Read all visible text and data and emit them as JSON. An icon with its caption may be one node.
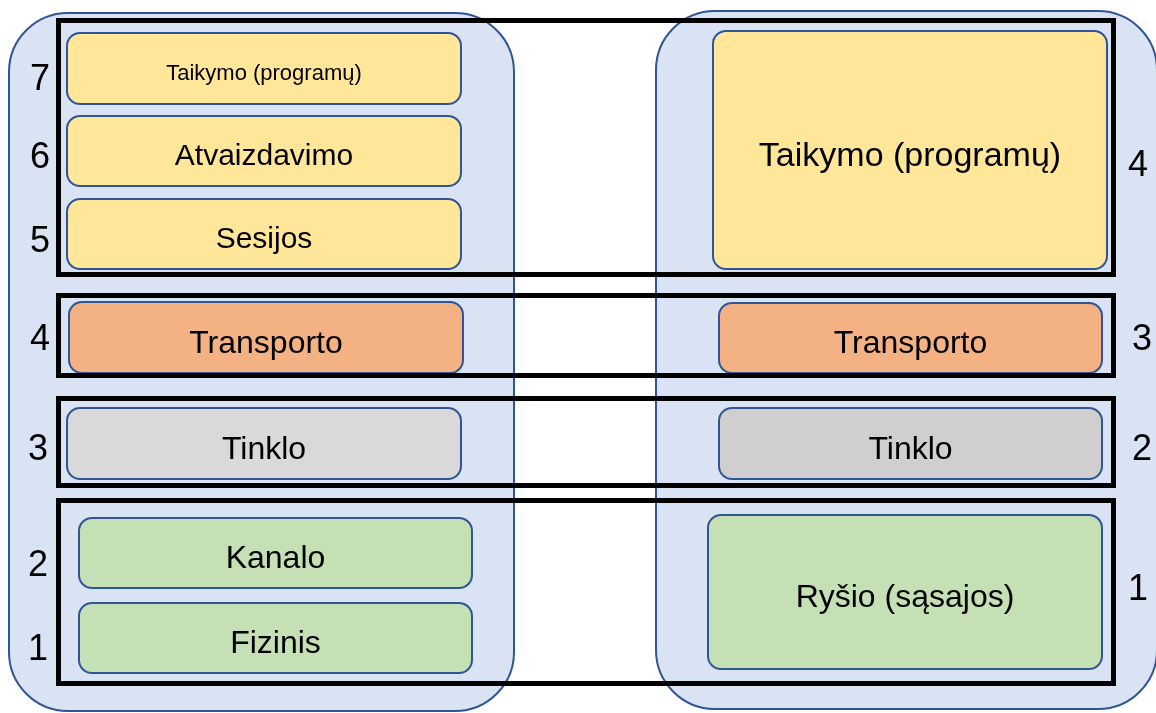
{
  "diagram": {
    "nodes": [
      {
        "text": [],
        "shape": "box"
      },
      {
        "text": [
          "Taikymo (programų)"
        ],
        "in": 0
      },
      {
        "text": [
          "Atvaizdavimo"
        ],
        "in": 0
      },
      {
        "text": [
          "Sesijos"
        ],
        "in": 0
      },
      {
        "text": [
          "Transporto"
        ],
        "in": 0
      },
      {
        "text": [
          "Tinklo"
        ],
        "in": 0
      },
      {
        "text": [
          "Kanalo"
        ],
        "in": 0
      },
      {
        "text": [
          "Fizinis"
        ],
        "in": 0
      },
      {
        "text": [],
        "shape": "box"
      },
      {
        "text": [
          "Taikymo (programų)"
        ],
        "in": 8
      },
      {
        "text": [
          "Transporto"
        ],
        "in": 8
      },
      {
        "text": [
          "Tinklo"
        ],
        "in": 8
      },
      {
        "text": [
          "Ryšio (sąsajos)"
        ],
        "in": 8
      }
    ],
    "labels": [
      "7",
      "6",
      "5",
      "4",
      "3",
      "2",
      "1",
      "4",
      "3",
      "2",
      "1"
    ]
  }
}
